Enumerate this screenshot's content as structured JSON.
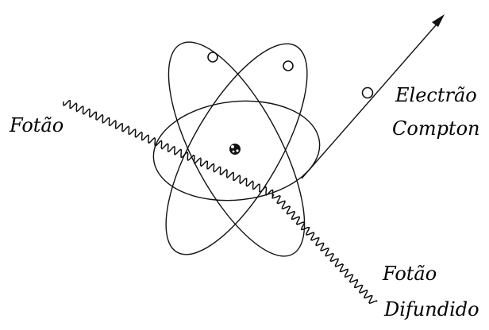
{
  "labels": {
    "incident_photon": "Fotão",
    "electron_line1": "Electrão",
    "electron_line2": "Compton",
    "scattered_line1": "Fotão",
    "scattered_line2": "Difundido"
  }
}
